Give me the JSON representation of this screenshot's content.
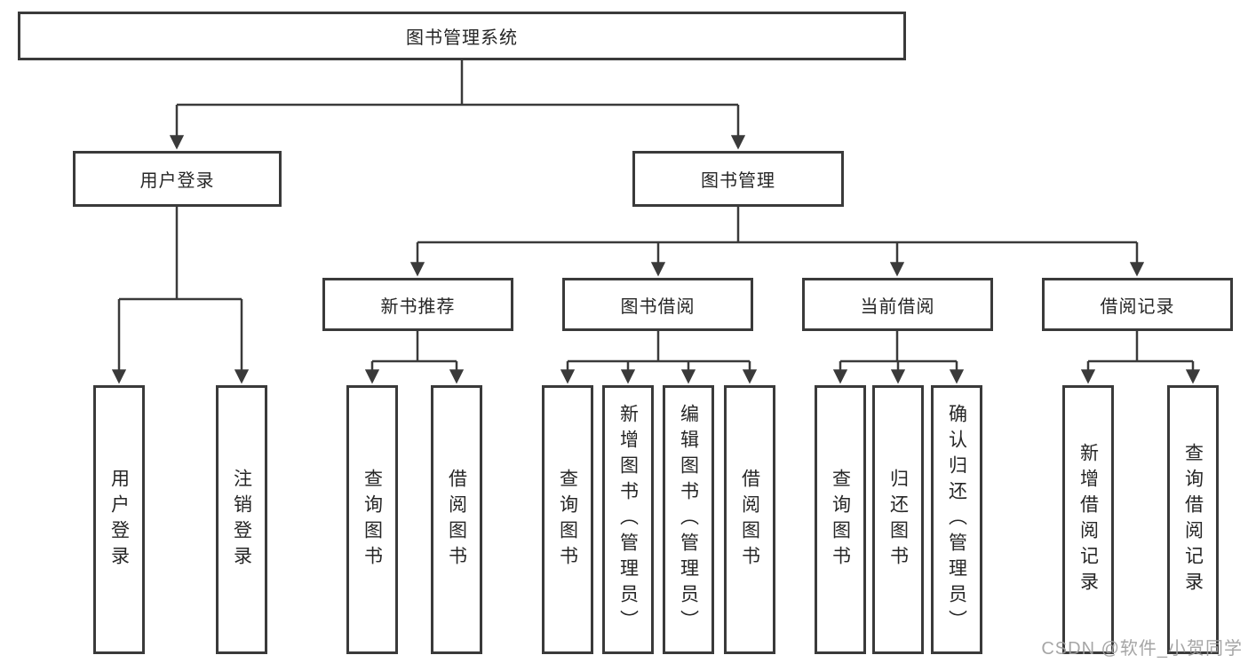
{
  "diagram_type": "tree",
  "root": {
    "label": "图书管理系统"
  },
  "branches": {
    "user_login": {
      "label": "用户登录",
      "children": [
        {
          "label": "用户登录"
        },
        {
          "label": "注销登录"
        }
      ]
    },
    "book_management": {
      "label": "图书管理",
      "sections": [
        {
          "label": "新书推荐",
          "children": [
            {
              "label": "查询图书"
            },
            {
              "label": "借阅图书"
            }
          ]
        },
        {
          "label": "图书借阅",
          "children": [
            {
              "label": "查询图书"
            },
            {
              "label": "新增图书（管理员）"
            },
            {
              "label": "编辑图书（管理员）"
            },
            {
              "label": "借阅图书"
            }
          ]
        },
        {
          "label": "当前借阅",
          "children": [
            {
              "label": "查询图书"
            },
            {
              "label": "归还图书"
            },
            {
              "label": "确认归还（管理员）"
            }
          ]
        },
        {
          "label": "借阅记录",
          "children": [
            {
              "label": "新增借阅记录"
            },
            {
              "label": "查询借阅记录"
            }
          ]
        }
      ]
    }
  },
  "watermark": "CSDN @软件_小贺同学",
  "colors": {
    "line": "#3a3a3a",
    "box_border": "#3a3a3a",
    "text": "#262626",
    "background": "#ffffff",
    "watermark": "#9e9e9e"
  }
}
